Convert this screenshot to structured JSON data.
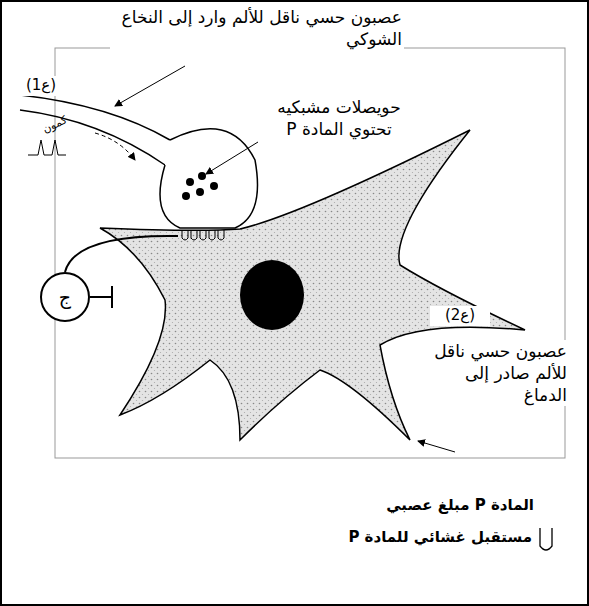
{
  "diagram": {
    "nodes": [
      {
        "text": [
          "ج"
        ]
      }
    ],
    "edges": [],
    "labels": [
      "عصبون حسي ناقل للألم وارد إلى النخاع الشوكي",
      "(ع1)",
      "كمون",
      "حويصلات مشبكيه تحتوي المادة P",
      "(ع2)",
      "عصبون حسي ناقل للألم صادر إلى الدماغ"
    ],
    "legend": [
      {
        "text": "المادة P مبلغ عصبي"
      },
      {
        "text": "مستقبل غشائي للمادة P"
      }
    ]
  }
}
